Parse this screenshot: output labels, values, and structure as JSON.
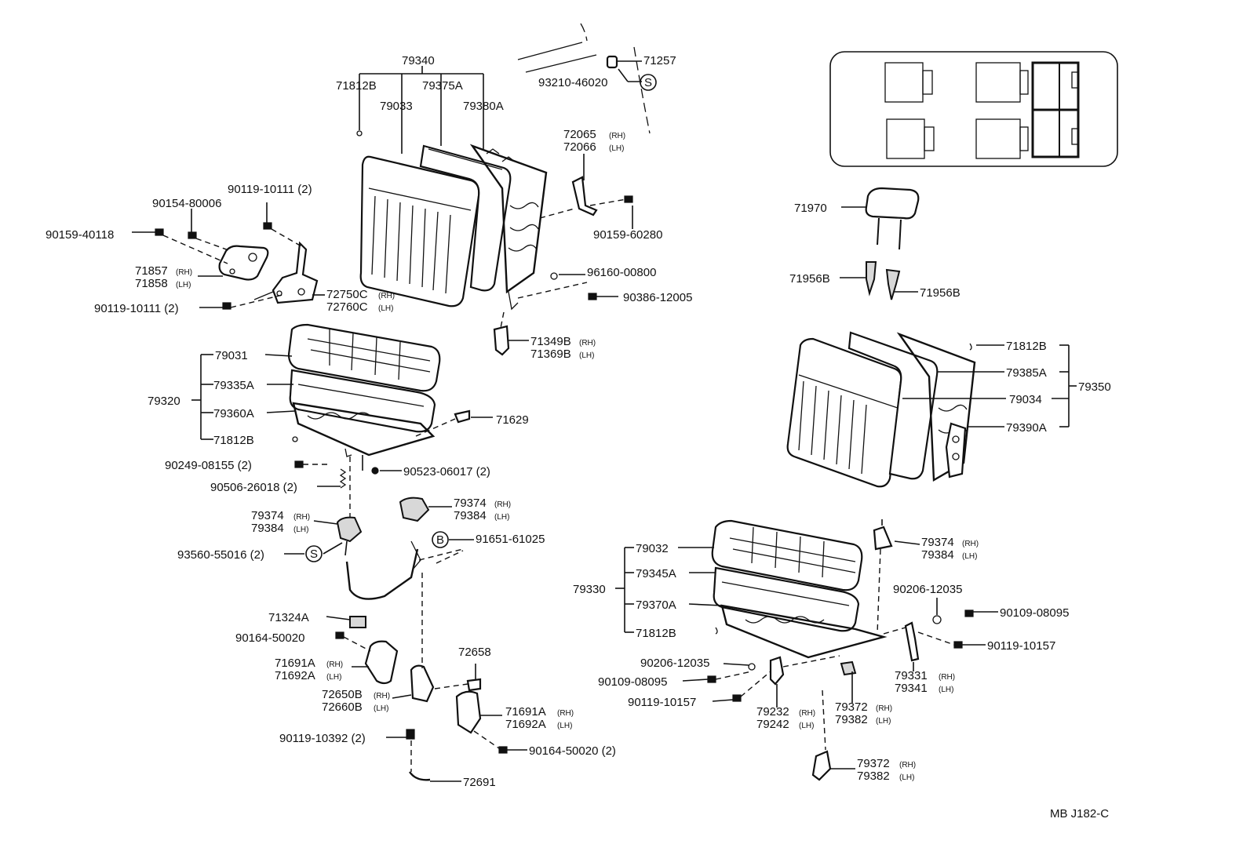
{
  "diagram_code": "MB J182-C",
  "circle_marks": {
    "s": "S",
    "b": "B"
  },
  "callouts": {
    "p79340": "79340",
    "p71812b_a": "71812B",
    "p79033": "79033",
    "p79375a": "79375A",
    "p79380a": "79380A",
    "p71257": "71257",
    "p93210": "93210-46020",
    "p72065": "72065",
    "p72066": "72066",
    "p90159_60280": "90159-60280",
    "p96160": "96160-00800",
    "p90386": "90386-12005",
    "p71349b": "71349B",
    "p71369b": "71369B",
    "p90119_10111_a": "90119-10111 (2)",
    "p90154": "90154-80006",
    "p90159_40118": "90159-40118",
    "p71857": "71857",
    "p71858": "71858",
    "p72750c": "72750C",
    "p72760c": "72760C",
    "p90119_10111_b": "90119-10111 (2)",
    "p79031": "79031",
    "p79335a": "79335A",
    "p79320": "79320",
    "p79360a": "79360A",
    "p71812b_b": "71812B",
    "p71629": "71629",
    "p90249": "90249-08155 (2)",
    "p90523": "90523-06017 (2)",
    "p90506": "90506-26018 (2)",
    "p79374_a": "79374",
    "p79384_a": "79384",
    "p79374_b": "79374",
    "p79384_b": "79384",
    "p93560": "93560-55016 (2)",
    "p91651": "91651-61025",
    "p71324a": "71324A",
    "p90164_a": "90164-50020",
    "p71691a_a": "71691A",
    "p71692a_a": "71692A",
    "p72658": "72658",
    "p72650b": "72650B",
    "p72660b": "72660B",
    "p71691a_b": "71691A",
    "p71692a_b": "71692A",
    "p90119_10392": "90119-10392 (2)",
    "p90164_b": "90164-50020 (2)",
    "p72691": "72691",
    "p71970": "71970",
    "p71956b_a": "71956B",
    "p71956b_b": "71956B",
    "p71812b_c": "71812B",
    "p79385a": "79385A",
    "p79350": "79350",
    "p79034": "79034",
    "p79390a": "79390A",
    "p79032": "79032",
    "p79345a": "79345A",
    "p79330": "79330",
    "p79370a": "79370A",
    "p71812b_d": "71812B",
    "p79374_c": "79374",
    "p79384_c": "79384",
    "p90206_a": "90206-12035",
    "p90109_a": "90109-08095",
    "p90119_10157_a": "90119-10157",
    "p90206_b": "90206-12035",
    "p90109_b": "90109-08095",
    "p90119_10157_b": "90119-10157",
    "p79331": "79331",
    "p79341": "79341",
    "p79232": "79232",
    "p79242": "79242",
    "p79372_a": "79372",
    "p79382_a": "79382",
    "p79372_b": "79372",
    "p79382_b": "79382"
  },
  "side_marks": {
    "rh": "(RH)",
    "lh": "(LH)"
  }
}
